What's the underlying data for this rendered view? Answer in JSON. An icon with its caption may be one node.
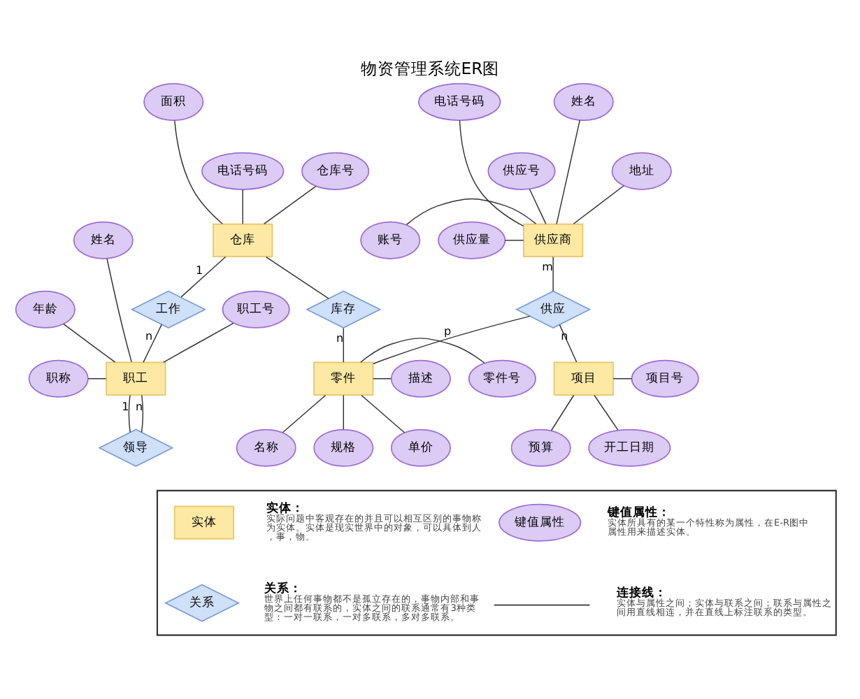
{
  "diagram": {
    "title": "物资管理系统ER图",
    "nodes": [
      {
        "text": [
          "供应商"
        ]
      },
      {
        "text": [
          "供应号"
        ]
      },
      {
        "text": [
          "姓名"
        ]
      },
      {
        "text": [
          "地址"
        ]
      },
      {
        "text": [
          "电话号码"
        ]
      },
      {
        "text": [
          "账号"
        ]
      },
      {
        "text": [
          "供应量"
        ]
      },
      {
        "text": [
          "仓库"
        ]
      },
      {
        "text": [
          "仓库号"
        ]
      },
      {
        "text": [
          "面积"
        ]
      },
      {
        "text": [
          "电话号码"
        ]
      },
      {
        "text": [
          "职工"
        ]
      },
      {
        "text": [
          "职工号"
        ]
      },
      {
        "text": [
          "姓名"
        ]
      },
      {
        "text": [
          "年龄"
        ]
      },
      {
        "text": [
          "职称"
        ]
      },
      {
        "text": [
          "项目"
        ]
      },
      {
        "text": [
          "项目号"
        ]
      },
      {
        "text": [
          "预算"
        ]
      },
      {
        "text": [
          "开工日期"
        ]
      },
      {
        "text": [
          "零件"
        ]
      },
      {
        "text": [
          "零件号"
        ]
      },
      {
        "text": [
          "名称"
        ]
      },
      {
        "text": [
          "规格"
        ]
      },
      {
        "text": [
          "单价"
        ]
      },
      {
        "text": [
          "描述"
        ]
      },
      {
        "text": [
          "供应"
        ]
      },
      {
        "text": [
          "库存"
        ]
      },
      {
        "text": [
          "工作"
        ]
      },
      {
        "text": [
          "领导"
        ]
      },
      {
        "text": [],
        "shape": "box"
      },
      {
        "text": [
          "实体"
        ],
        "in": 30,
        "beside": [
          "实体：",
          "实际问题中客观存在的并且可以相互区别的事物称为实体。实体是现实世界中的对象，可以具体到人，事，物。"
        ]
      },
      {
        "text": [
          "键值属性"
        ],
        "in": 30,
        "beside": [
          "键值属性：",
          "实体所具有的某一个特性称为属性，在E-R图中属性用来描述实体。"
        ]
      },
      {
        "text": [
          "关系"
        ],
        "in": 30,
        "beside": [
          "关系：",
          "世界上任何事物都不是孤立存在的，事物内部和事物之间都有联系的，实体之间的联系通常有3种类型：一对一联系，一对多联系，多对多联系。"
        ]
      },
      {
        "text": [],
        "shape": "line",
        "in": 30,
        "beside": [
          "连接线：",
          "实体与属性之间；实体与联系之间；联系与属性之间用直线相连，并在直线上标注联系的类型。"
        ]
      }
    ],
    "edges": [
      {
        "from": 1,
        "to": 0,
        "arrow": "none"
      },
      {
        "from": 2,
        "to": 0,
        "arrow": "none"
      },
      {
        "from": 3,
        "to": 0,
        "arrow": "none"
      },
      {
        "from": 4,
        "to": 0,
        "arrow": "none"
      },
      {
        "from": 5,
        "to": 0,
        "arrow": "none"
      },
      {
        "from": 6,
        "to": 0,
        "arrow": "none"
      },
      {
        "from": 8,
        "to": 7,
        "arrow": "none"
      },
      {
        "from": 9,
        "to": 7,
        "arrow": "none"
      },
      {
        "from": 10,
        "to": 7,
        "arrow": "none"
      },
      {
        "from": 12,
        "to": 11,
        "arrow": "none"
      },
      {
        "from": 13,
        "to": 11,
        "arrow": "none"
      },
      {
        "from": 14,
        "to": 11,
        "arrow": "none"
      },
      {
        "from": 15,
        "to": 11,
        "arrow": "none"
      },
      {
        "from": 7,
        "to": 28,
        "label": "1",
        "arrow": "none"
      },
      {
        "from": 28,
        "to": 11,
        "label": "n",
        "arrow": "none"
      },
      {
        "from": 0,
        "to": 26,
        "label": "m",
        "arrow": "none"
      },
      {
        "from": 7,
        "to": 27,
        "arrow": "none"
      },
      {
        "from": 11,
        "to": 29,
        "label": "1",
        "arrow": "none"
      },
      {
        "from": 11,
        "to": 29,
        "label": "n",
        "arrow": "none"
      },
      {
        "from": 26,
        "to": 16,
        "label": "n",
        "arrow": "none"
      },
      {
        "from": 26,
        "to": 20,
        "label": "p",
        "arrow": "none"
      },
      {
        "from": 27,
        "to": 20,
        "label": "n",
        "arrow": "none"
      },
      {
        "from": 16,
        "to": 17,
        "arrow": "none"
      },
      {
        "from": 16,
        "to": 18,
        "arrow": "none"
      },
      {
        "from": 16,
        "to": 19,
        "arrow": "none"
      },
      {
        "from": 20,
        "to": 21,
        "arrow": "none"
      },
      {
        "from": 20,
        "to": 22,
        "arrow": "none"
      },
      {
        "from": 20,
        "to": 23,
        "arrow": "none"
      },
      {
        "from": 20,
        "to": 24,
        "arrow": "none"
      },
      {
        "from": 20,
        "to": 25,
        "arrow": "none"
      }
    ]
  }
}
